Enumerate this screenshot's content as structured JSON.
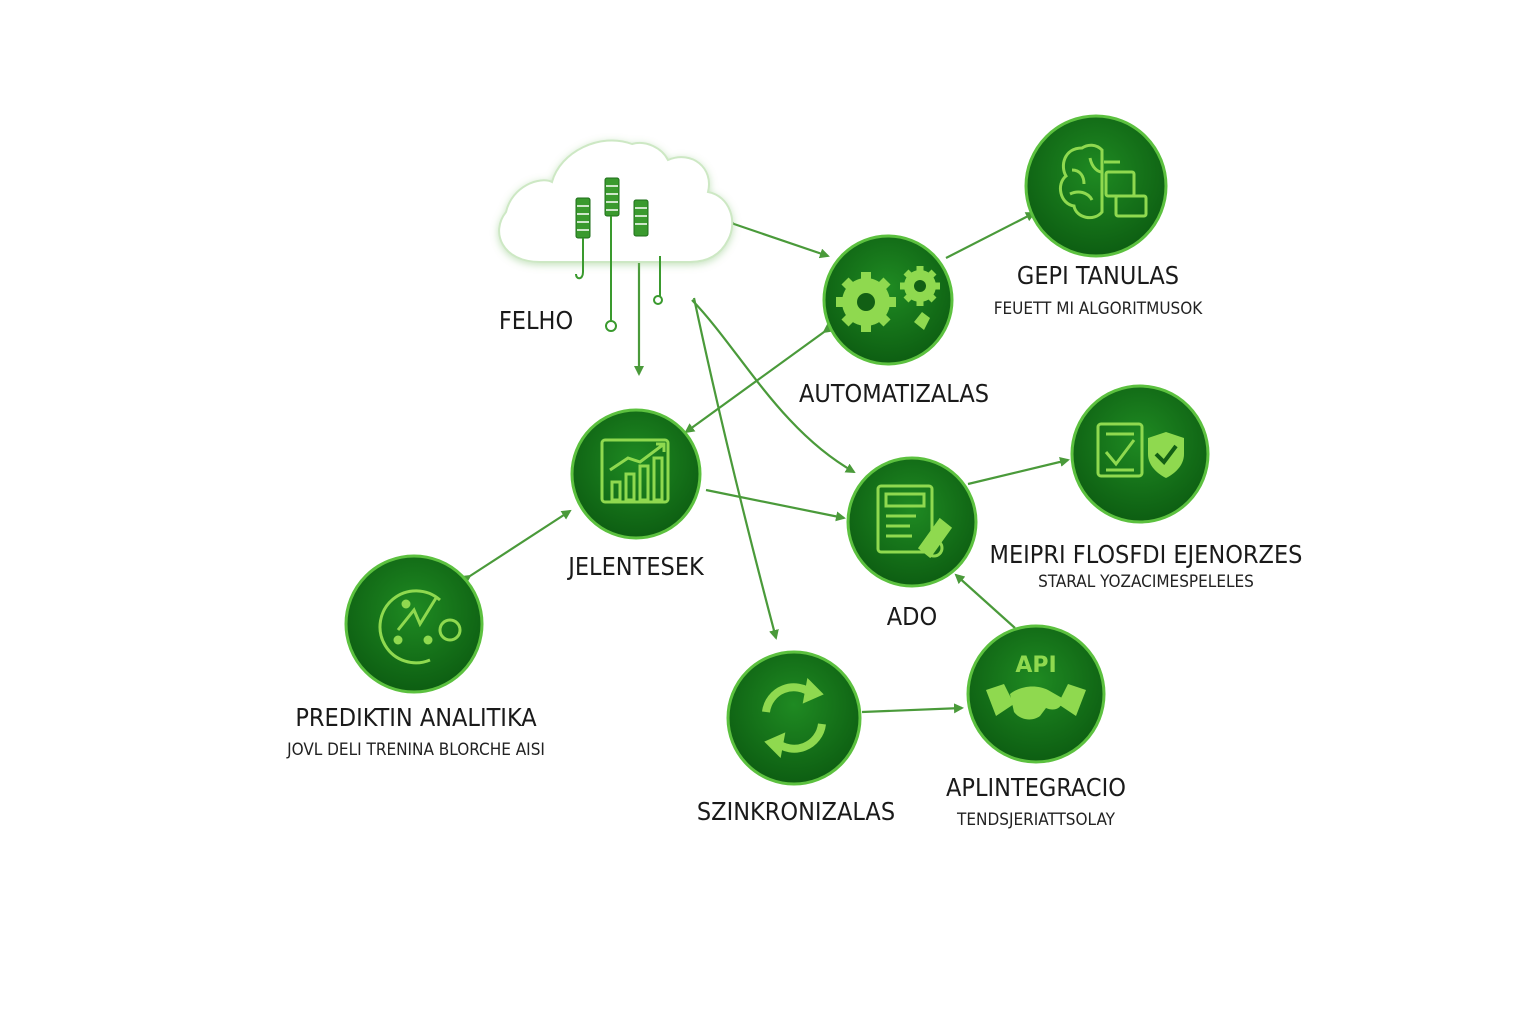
{
  "colors": {
    "node_dark": "#0d5e12",
    "node_mid": "#1f8a22",
    "ring": "#5cc13f",
    "icon": "#8fd94f",
    "arrow": "#4a9a3a"
  },
  "nodes": {
    "felho": {
      "title": "FELHO",
      "icon": "cloud-server-icon"
    },
    "gepi": {
      "title": "GEPI TANULAS",
      "subtitle": "FEUETT MI ALGORITMUSOK",
      "icon": "brain-icon"
    },
    "automatizalas": {
      "title": "AUTOMATIZALAS",
      "icon": "gears-icon"
    },
    "jelentesek": {
      "title": "JELENTESEK",
      "icon": "bar-chart-icon"
    },
    "ado": {
      "title": "ADO",
      "icon": "tax-form-icon"
    },
    "megfeleloseg": {
      "title": "MEIPRI FLOSFDI EJENORZES",
      "subtitle": "STARAL YOZACIMESPELELES",
      "icon": "checklist-shield-icon"
    },
    "prediktiv": {
      "title": "PREDIKTIN ANALITIKA",
      "subtitle": "JOVL DELI TRENINA BLORCHE AISI",
      "icon": "forecast-icon"
    },
    "szinkron": {
      "title": "SZINKRONIZALAS",
      "icon": "sync-icon"
    },
    "api": {
      "title": "APLINTEGRACIO",
      "subtitle": "TENDSJERIATTSOLAY",
      "icon": "handshake-icon",
      "badge": "API"
    }
  }
}
